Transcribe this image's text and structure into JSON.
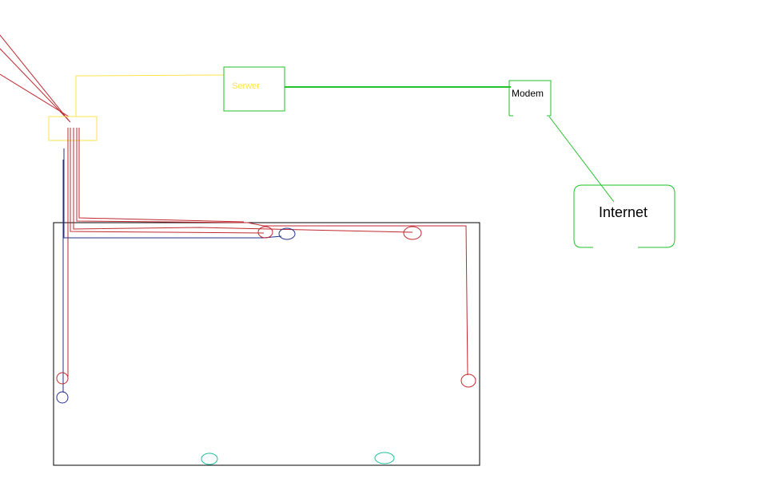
{
  "labels": {
    "server": "Serwer",
    "modem": "Modem",
    "internet": "Internet"
  },
  "colors": {
    "server_yellow": "#ffe34a",
    "modem_green": "#22c22a",
    "red_wire": "#c0282f",
    "blue_wire": "#26308c",
    "building": "#000000",
    "teal_outlet": "#1fbf9a"
  }
}
